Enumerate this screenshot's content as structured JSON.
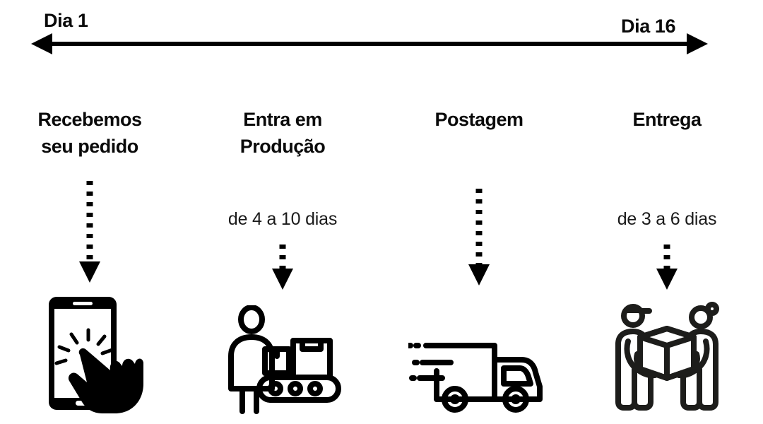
{
  "timeline": {
    "start_label": "Dia 1",
    "end_label": "Dia 16",
    "axis_color": "#000000"
  },
  "steps": [
    {
      "title": "Recebemos\nseu pedido",
      "duration": "",
      "icon": "smartphone-tap-icon",
      "arrow": "dotted-down-arrow-long"
    },
    {
      "title": "Entra em\nProdução",
      "duration": "de 4 a 10 dias",
      "icon": "factory-conveyor-worker-icon",
      "arrow": "dotted-down-arrow-short"
    },
    {
      "title": "Postagem",
      "duration": "",
      "icon": "delivery-truck-icon",
      "arrow": "dotted-down-arrow-long"
    },
    {
      "title": "Entrega",
      "duration": "de 3 a 6 dias",
      "icon": "package-handoff-people-icon",
      "arrow": "dotted-down-arrow-short"
    }
  ],
  "colors": {
    "ink": "#0a0a0a",
    "background": "#ffffff"
  }
}
